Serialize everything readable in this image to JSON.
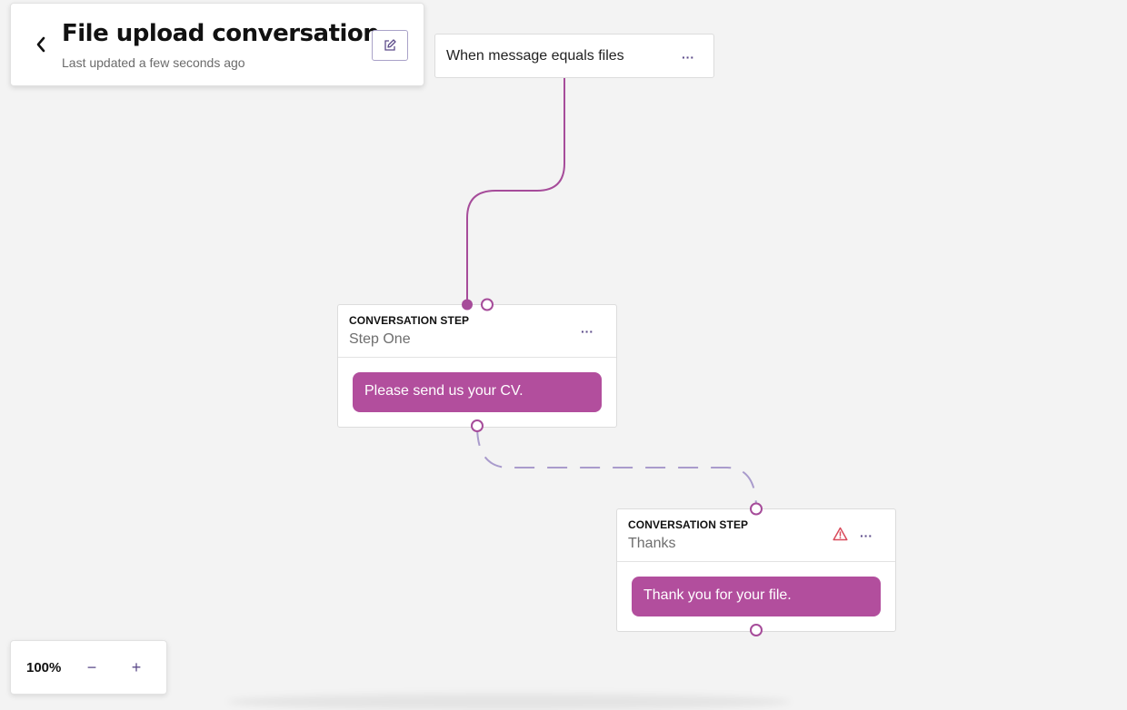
{
  "header": {
    "title": "File upload conversation",
    "subtitle": "Last updated a few seconds ago",
    "back_icon": "chevron-left-icon",
    "edit_icon": "edit-icon"
  },
  "trigger": {
    "label": "When message equals files",
    "menu": "···"
  },
  "steps": [
    {
      "type": "CONVERSATION STEP",
      "name": "Step One",
      "message": "Please send us your CV.",
      "menu": "···"
    },
    {
      "type": "CONVERSATION STEP",
      "name": "Thanks",
      "message": "Thank you for your file.",
      "menu": "···",
      "warning": "warning-icon"
    }
  ],
  "zoom": {
    "level": "100%",
    "minus": "−",
    "plus": "+"
  },
  "colors": {
    "accent": "#b24e9d",
    "connector": "#a64c9a",
    "dashed_connector": "#a99bcc",
    "warning": "#d94b5c",
    "icon": "#5c4b8a"
  }
}
